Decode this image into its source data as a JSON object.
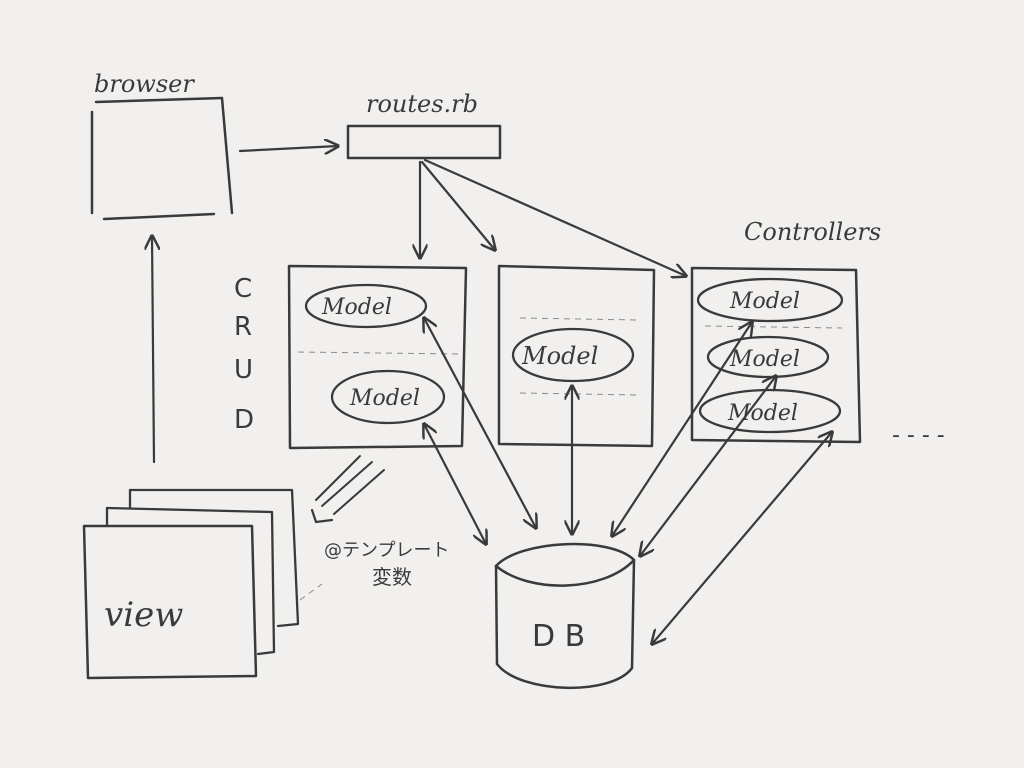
{
  "labels": {
    "browser": "browser",
    "routes": "routes.rb",
    "controllers": "Controllers",
    "crud": [
      "C",
      "R",
      "U",
      "D"
    ],
    "model": "Model",
    "view": "view",
    "template_var_line1": "@テンプレート",
    "template_var_line2": "変数",
    "db": "D B",
    "ellipsis": "- - - -"
  },
  "colors": {
    "ink": "#3a3a3a",
    "paper": "#f1f0ee"
  }
}
